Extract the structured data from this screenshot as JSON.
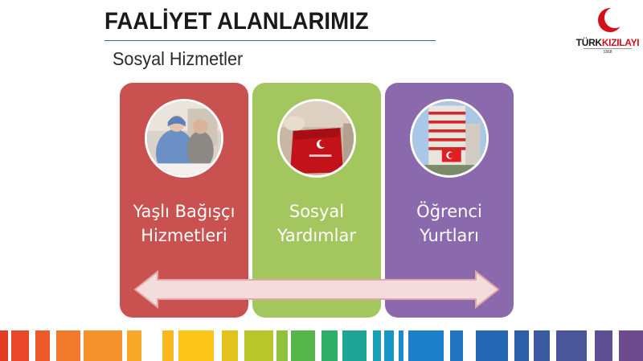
{
  "header": {
    "title": "FAALİYET ALANLARIMIZ",
    "subtitle": "Sosyal Hizmetler"
  },
  "logo": {
    "word_a": "TÜRK",
    "word_b": "KIZILAYI",
    "tagline": "1868",
    "brand_color": "#d1121a"
  },
  "cards": [
    {
      "line1": "Yaşlı Bağışçı",
      "line2": "Hizmetleri",
      "color": "#c9514f",
      "icon": "elderly-care-photo"
    },
    {
      "line1": "Sosyal",
      "line2": "Yardımlar",
      "color": "#a4c65e",
      "icon": "aid-bags-photo"
    },
    {
      "line1": "Öğrenci",
      "line2": "Yurtları",
      "color": "#8a6aac",
      "icon": "dormitory-building-photo"
    }
  ],
  "arrow": {
    "color": "#f2dcdc",
    "icon": "double-headed-arrow"
  }
}
